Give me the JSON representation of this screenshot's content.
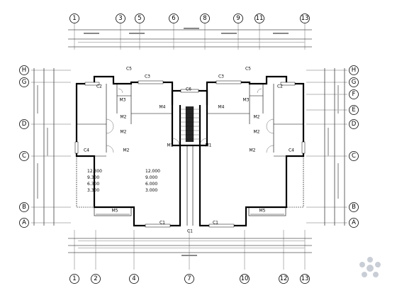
{
  "axes_top": [
    "1",
    "3",
    "5",
    "6",
    "8",
    "9",
    "11",
    "13"
  ],
  "axes_bottom": [
    "1",
    "2",
    "4",
    "7",
    "10",
    "12",
    "13"
  ],
  "axes_left": [
    "H",
    "G",
    "D",
    "C",
    "B",
    "A"
  ],
  "axes_right": [
    "H",
    "G",
    "F",
    "E",
    "D",
    "C",
    "B",
    "A"
  ],
  "rooms": {
    "c2_left": "C2",
    "c2_right": "C2",
    "c3_left": "C3",
    "c3_right": "C3",
    "c5_left": "C5",
    "c5_right": "C5",
    "c6": "C6",
    "c4_left": "C4",
    "c4_right": "C4",
    "c1_left": "C1",
    "c1_mid": "C1",
    "c1_right": "C1",
    "m3_left": "M3",
    "m3_right": "M3",
    "m4_left": "M4",
    "m4_right": "M4",
    "m2_left_1": "M2",
    "m2_left_2": "M2",
    "m2_left_3": "M2",
    "m2_right_1": "M2",
    "m2_right_2": "M2",
    "m2_right_3": "M2",
    "m1_left": "M1",
    "m1_right": "M1",
    "m5_left": "M5",
    "m5_right": "M5"
  },
  "elevations": {
    "left": [
      "12.300",
      "9.300",
      "6.300",
      "3.300"
    ],
    "center": [
      "12.000",
      "9.000",
      "6.000",
      "3.000"
    ]
  }
}
